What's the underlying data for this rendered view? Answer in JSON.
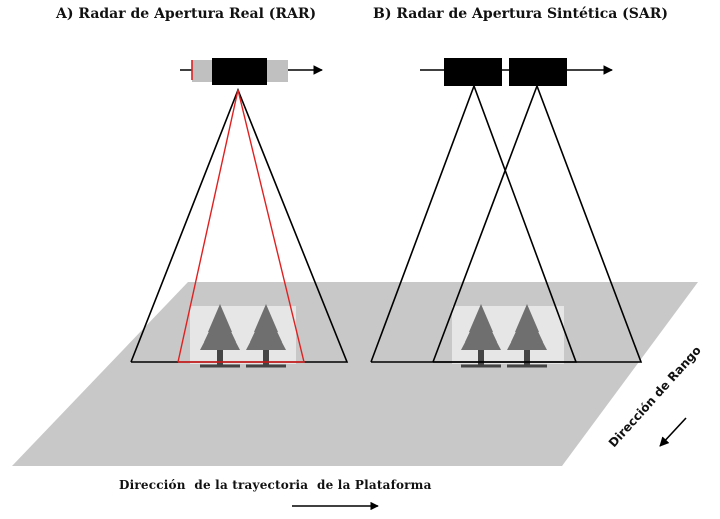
{
  "titles": {
    "rar": "A) Radar de Apertura Real (RAR)",
    "sar": "B) Radar de Apertura Sintética (SAR)"
  },
  "labels": {
    "range_direction": "Dirección de Rango",
    "platform_direction": "Dirección  de la trayectoria  de la Plataforma"
  },
  "colors": {
    "ground": "#c8c8c8",
    "antenna": "#000000",
    "antenna_housing": "#c0c0c0",
    "beam": "#000000",
    "real_footprint": "#e02020",
    "trees": "#6f6f6f",
    "tree_patch": "#e6e6e6"
  },
  "icons": [
    "tree-icon",
    "arrow-right-icon",
    "arrow-down-left-icon"
  ]
}
